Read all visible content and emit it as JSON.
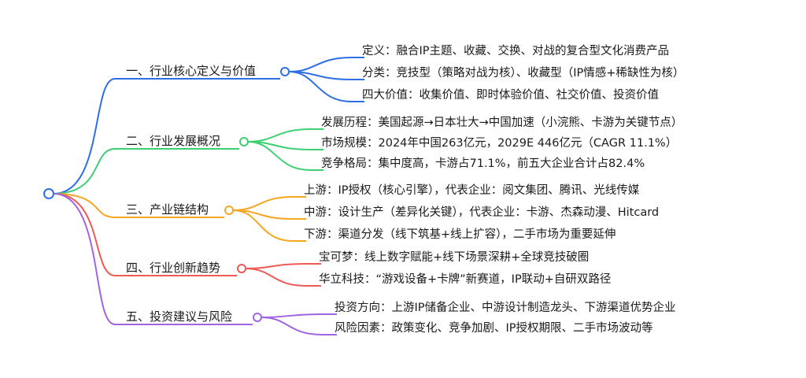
{
  "branches": [
    {
      "label": "一、行业核心定义与价值",
      "color": "#2f6fe4",
      "leaves": [
        "定义：融合IP主题、收藏、交换、对战的复合型文化消费产品",
        "分类：竞技型（策略对战为核）、收藏型（IP情感+稀缺性为核）",
        "四大价值：收集价值、即时体验价值、社交价值、投资价值"
      ]
    },
    {
      "label": "二、行业发展概况",
      "color": "#3fcf73",
      "leaves": [
        "发展历程：美国起源→日本壮大→中国加速（小浣熊、卡游为关键节点）",
        "市场规模：2024年中国263亿元，2029E 446亿元（CAGR 11.1%）",
        "竞争格局：集中度高，卡游占71.1%，前五大企业合计占82.4%"
      ]
    },
    {
      "label": "三、产业链结构",
      "color": "#f5a623",
      "leaves": [
        "上游：IP授权（核心引擎），代表企业：阅文集团、腾讯、光线传媒",
        "中游：设计生产（差异化关键），代表企业：卡游、杰森动漫、Hitcard",
        "下游：渠道分发（线下筑基+线上扩容），二手市场为重要延伸"
      ]
    },
    {
      "label": "四、行业创新趋势",
      "color": "#ee5a55",
      "leaves": [
        "宝可梦：线上数字赋能+线下场景深耕+全球竞技破圈",
        "华立科技：“游戏设备+卡牌”新赛道，IP联动+自研双路径"
      ]
    },
    {
      "label": "五、投资建议与风险",
      "color": "#a065e0",
      "leaves": [
        "投资方向：上游IP储备企业、中游设计制造龙头、下游渠道优势企业",
        "风险因素：政策变化、竞争加剧、IP授权期限、二手市场波动等"
      ]
    }
  ]
}
